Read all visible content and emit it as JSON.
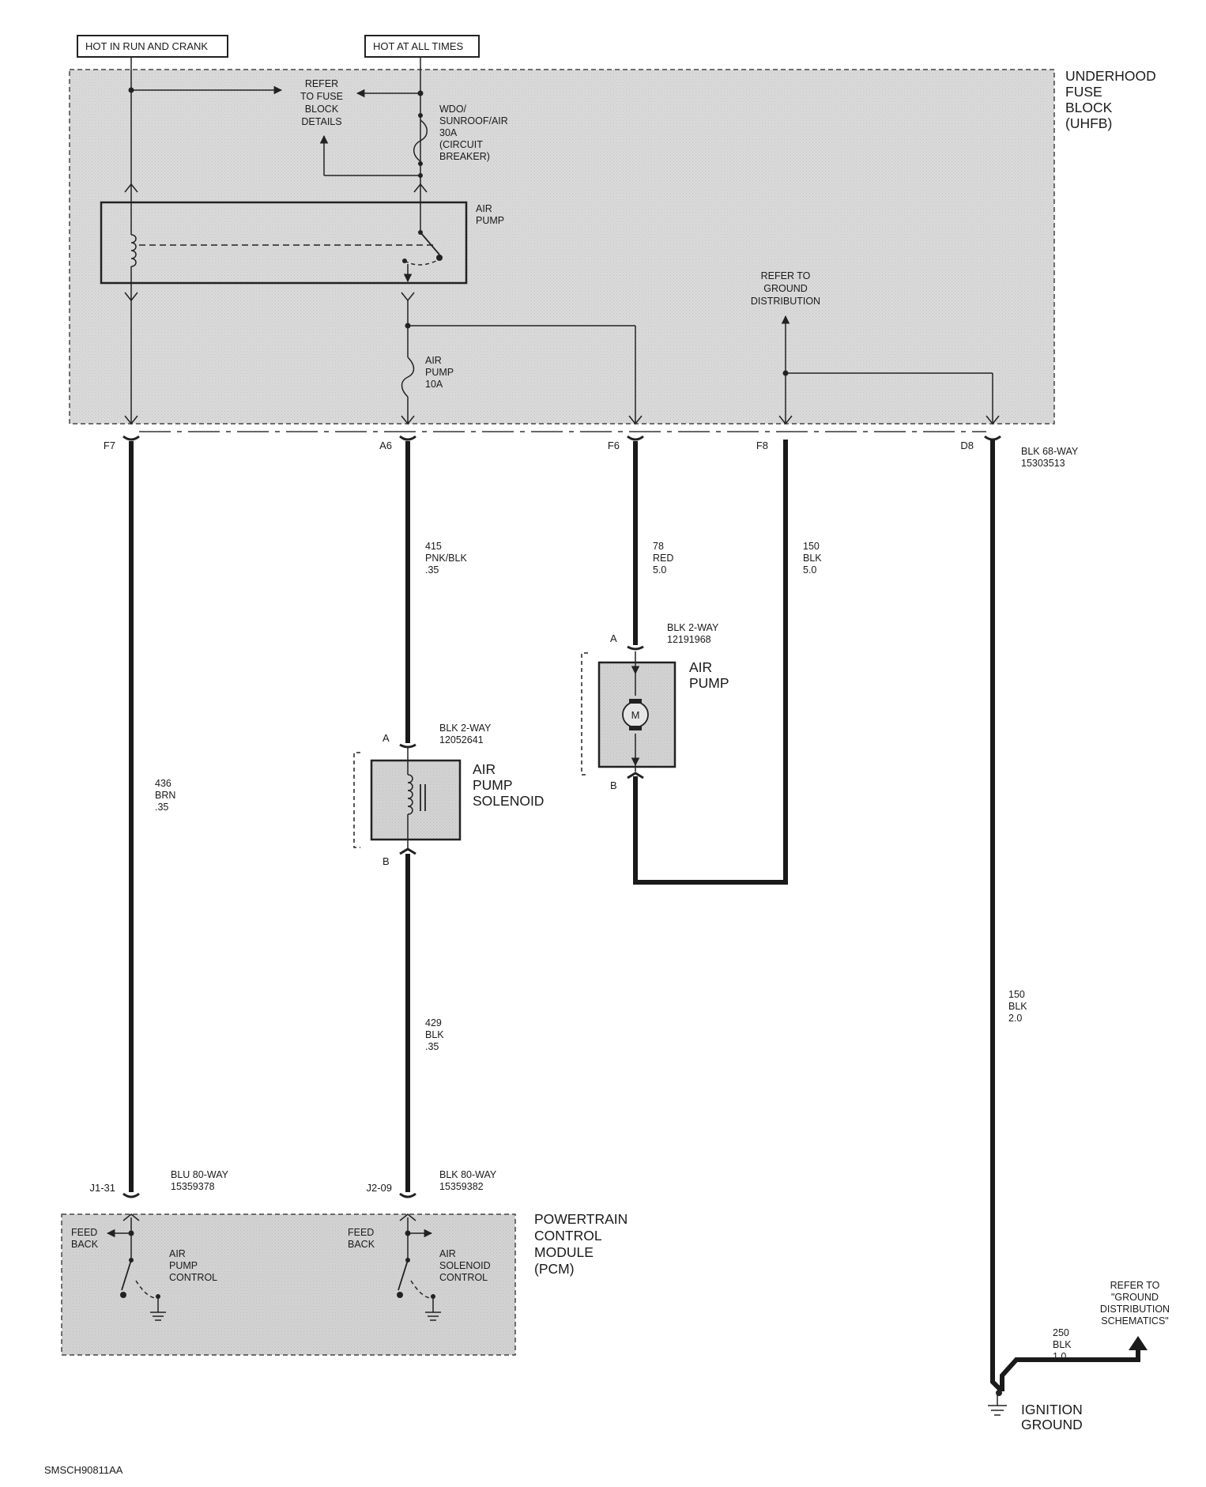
{
  "header": {
    "hot_run_crank": "HOT IN RUN AND CRANK",
    "hot_all_times": "HOT AT ALL TIMES"
  },
  "uhfb": {
    "name": [
      "UNDERHOOD",
      "FUSE",
      "BLOCK",
      "(UHFB)"
    ],
    "refer_fuse": [
      "REFER",
      "TO FUSE",
      "BLOCK",
      "DETAILS"
    ],
    "breaker": [
      "WDO/",
      "SUNROOF/AIR",
      "30A",
      "(CIRCUIT",
      "BREAKER)"
    ],
    "relay_label": [
      "AIR",
      "PUMP"
    ],
    "fuse": [
      "AIR",
      "PUMP",
      "10A"
    ],
    "refer_ground": [
      "REFER TO",
      "GROUND",
      "DISTRIBUTION"
    ],
    "pins": [
      "F7",
      "A6",
      "F6",
      "F8",
      "D8"
    ],
    "connector": [
      "BLK 68-WAY",
      "15303513"
    ]
  },
  "wires": {
    "w436": [
      "436",
      "BRN",
      ".35"
    ],
    "w415": [
      "415",
      "PNK/BLK",
      ".35"
    ],
    "w78": [
      "78",
      "RED",
      "5.0"
    ],
    "w150a": [
      "150",
      "BLK",
      "5.0"
    ],
    "w429": [
      "429",
      "BLK",
      ".35"
    ],
    "w150b": [
      "150",
      "BLK",
      "2.0"
    ],
    "w250": [
      "250",
      "BLK",
      "1.0"
    ]
  },
  "solenoid": {
    "connector": [
      "BLK 2-WAY",
      "12052641"
    ],
    "pin_a": "A",
    "pin_b": "B",
    "name": [
      "AIR",
      "PUMP",
      "SOLENOID"
    ]
  },
  "pump": {
    "connector": [
      "BLK 2-WAY",
      "12191968"
    ],
    "pin_a": "A",
    "pin_b": "B",
    "name": [
      "AIR",
      "PUMP"
    ],
    "motor": "M"
  },
  "pcm": {
    "pin1": "J1-31",
    "conn1": [
      "BLU 80-WAY",
      "15359378"
    ],
    "pin2": "J2-09",
    "conn2": [
      "BLK 80-WAY",
      "15359382"
    ],
    "name": [
      "POWERTRAIN",
      "CONTROL",
      "MODULE",
      "(PCM)"
    ],
    "feedback1": [
      "FEED",
      "BACK"
    ],
    "ctrl1": [
      "AIR",
      "PUMP",
      "CONTROL"
    ],
    "feedback2": [
      "FEED",
      "BACK"
    ],
    "ctrl2": [
      "AIR",
      "SOLENOID",
      "CONTROL"
    ]
  },
  "ground": {
    "refer": [
      "REFER TO",
      "\"GROUND",
      "DISTRIBUTION",
      "SCHEMATICS\""
    ],
    "name": [
      "IGNITION",
      "GROUND"
    ]
  },
  "footer_code": "SMSCH90811AA"
}
